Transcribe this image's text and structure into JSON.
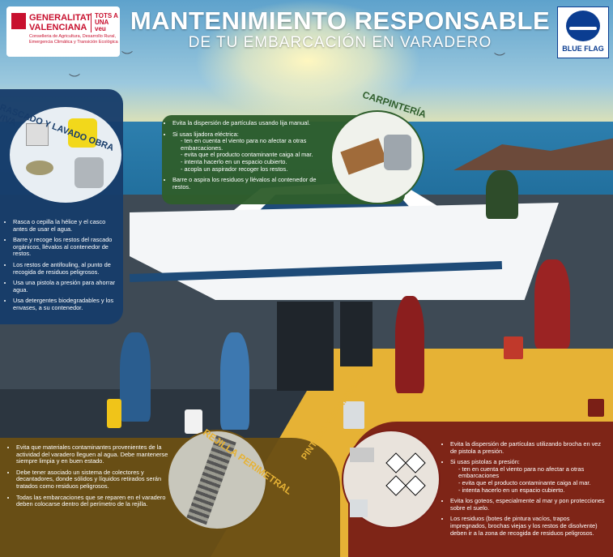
{
  "header": {
    "org_name_1": "GENERALITAT",
    "org_name_2": "VALENCIANA",
    "org_slogan": "TOTS A UNA veu",
    "org_department": "Conselleria de Agricultura, Desarrollo Rural, Emergencia Climática y Transición Ecológica",
    "title": "MANTENIMIENTO RESPONSABLE",
    "subtitle": "DE TU EMBARCACIÓN EN VARADERO",
    "badge": "BLUE FLAG"
  },
  "sections": {
    "rascado": {
      "title": "RASCADO Y LAVADO OBRA VIVA",
      "items": [
        "Rasca o cepilla la hélice y el casco antes de usar el agua.",
        "Barre y recoge los restos del rascado orgánicos, llévalos al contenedor de restos.",
        "Los restos de antifouling, al punto de recogida de residuos peligrosos.",
        "Usa una pistola a presión para ahorrar agua.",
        "Usa detergentes biodegradables y los envases, a su contenedor."
      ]
    },
    "carpinteria": {
      "title": "CARPINTERÍA",
      "item1": "Evita la dispersión de partículas usando lija manual.",
      "item2": "Si usas lijadora eléctrica:",
      "sub": [
        "- ten en cuenta el viento para no afectar a otras embarcaciones.",
        "- evita que el producto contaminante caiga al mar.",
        "- intenta hacerlo en un espacio cubierto.",
        "- acopla un aspirador recoger los restos."
      ],
      "item3": "Barre o aspira los residuos y llévalos al contenedor de restos."
    },
    "rejilla": {
      "title": "REJILLA PERIMETRAL",
      "items": [
        "Evita que materiales contaminantes provenientes de la actividad del varadero lleguen al agua. Debe mantenerse siempre limpia y en buen estado.",
        "Debe tener asociado un sistema de colectores y decantadores, donde sólidos y líquidos retirados serán tratados como residuos peligrosos.",
        "Todas las embarcaciones que se reparen en el varadero deben colocarse dentro del perímetro de la rejilla."
      ]
    },
    "pintado": {
      "title": "PINTADO Y BARNIZADO",
      "item1": "Evita la dispersión de partículas utilizando brocha en vez de pistola a presión.",
      "item2": "Si usas pistolas a presión:",
      "sub": [
        "- ten en cuenta el viento para no afectar a otras embarcaciones",
        "- evita que el producto contaminante caiga al mar.",
        "- intenta hacerlo en un espacio cubierto."
      ],
      "item3": "Evita los goteos, especialmente al mar y pon protecciones sobre el suelo.",
      "item4": "Los residuos (botes de pintura vacíos, trapos impregnados, brochas viejas y los restos de disolvente) deben ir a la zona de recogida de residuos peligrosos."
    }
  },
  "colors": {
    "rascado": "#173c6a",
    "carpinteria": "#2f5e2c",
    "rejilla": "#6b4f14",
    "pintado": "#7a1f16",
    "brand": "#c8102e",
    "blueflag": "#0b3d91"
  },
  "icons": [
    "gva-logo",
    "blue-flag-logo",
    "trash-container-icon",
    "hazard-icon",
    "seagull-icon"
  ]
}
